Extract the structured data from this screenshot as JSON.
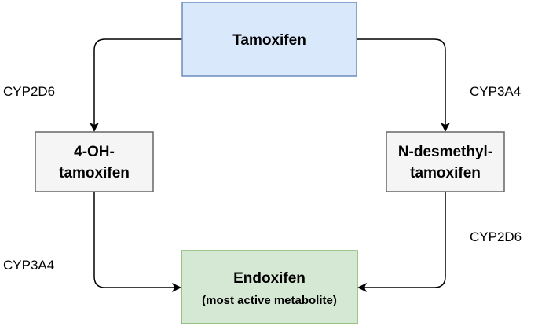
{
  "nodes": {
    "tamoxifen": {
      "label": "Tamoxifen",
      "fill": "#dae8fc",
      "stroke": "#6c8ebf"
    },
    "oh_tamoxifen": {
      "line1": "4-OH-",
      "line2": "tamoxifen",
      "fill": "#f5f5f5",
      "stroke": "#666666"
    },
    "n_desmethyl": {
      "line1": "N-desmethyl-",
      "line2": "tamoxifen",
      "fill": "#f5f5f5",
      "stroke": "#666666"
    },
    "endoxifen": {
      "line1": "Endoxifen",
      "line2": "(most active metabolite)",
      "fill": "#d5e8d4",
      "stroke": "#82b366"
    }
  },
  "edges": {
    "tamoxifen_to_oh": {
      "enzyme": "CYP2D6"
    },
    "tamoxifen_to_ndesmethyl": {
      "enzyme": "CYP3A4"
    },
    "oh_to_endoxifen": {
      "enzyme": "CYP3A4"
    },
    "ndesmethyl_to_endoxifen": {
      "enzyme": "CYP2D6"
    }
  }
}
